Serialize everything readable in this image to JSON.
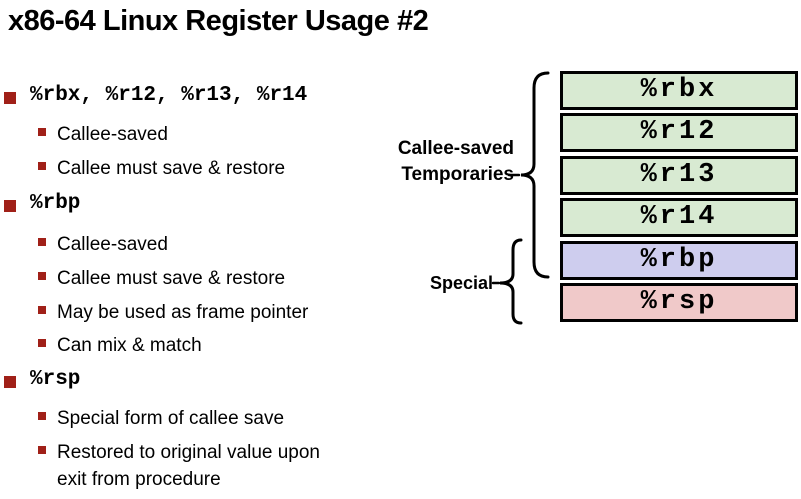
{
  "slide": {
    "title": "x86-64 Linux Register Usage #2"
  },
  "colors": {
    "bullet_red": "#a02018",
    "box_green_fill": "#d8ead2",
    "box_purple_fill": "#cecdee",
    "box_pink_fill": "#f0c9c9",
    "box_border": "#000000",
    "brace_stroke": "#000000",
    "text": "#000000"
  },
  "bullets": [
    {
      "level": 1,
      "text": "%rbx, %r12, %r13, %r14"
    },
    {
      "level": 2,
      "text": "Callee-saved"
    },
    {
      "level": 2,
      "text": "Callee must save & restore"
    },
    {
      "level": 1,
      "text": "%rbp"
    },
    {
      "level": 2,
      "text": "Callee-saved"
    },
    {
      "level": 2,
      "text": "Callee must save & restore"
    },
    {
      "level": 2,
      "text": "May be used as frame pointer"
    },
    {
      "level": 2,
      "text": "Can mix & match"
    },
    {
      "level": 1,
      "text": "%rsp"
    },
    {
      "level": 2,
      "text": "Special form of callee save"
    },
    {
      "level": 2,
      "text": "Restored to original value upon\nexit from procedure"
    }
  ],
  "diagram": {
    "labels": {
      "callee_saved": "Callee-saved\nTemporaries",
      "special": "Special"
    },
    "registers": [
      {
        "label": "%rbx",
        "group": "callee-saved-temporary"
      },
      {
        "label": "%r12",
        "group": "callee-saved-temporary"
      },
      {
        "label": "%r13",
        "group": "callee-saved-temporary"
      },
      {
        "label": "%r14",
        "group": "callee-saved-temporary"
      },
      {
        "label": "%rbp",
        "group": "special"
      },
      {
        "label": "%rsp",
        "group": "special"
      }
    ]
  }
}
